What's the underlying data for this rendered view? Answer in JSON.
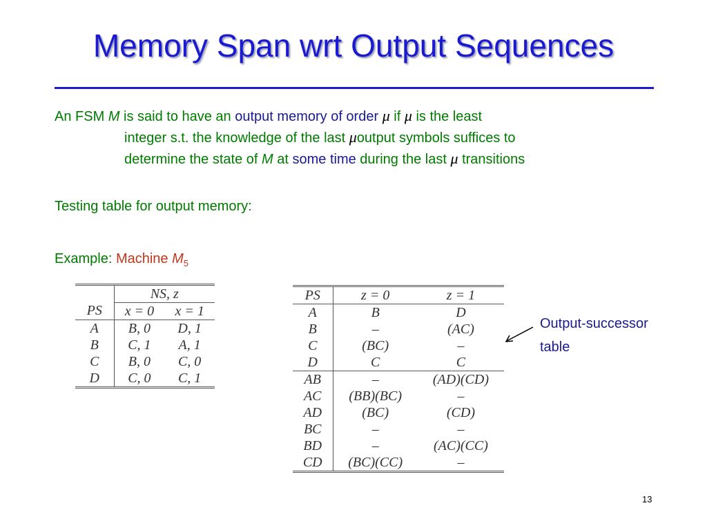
{
  "title": "Memory Span wrt Output Sequences",
  "paragraph": {
    "part1": "An FSM ",
    "m1": "M",
    "part2": " is said to have an ",
    "part3": "output memory of order",
    "mu": "μ",
    "part4": " if ",
    "part5": " is the least",
    "line2a": "integer s.t. the knowledge of the last ",
    "line2b": "output symbols suffices to",
    "line3a": "determine the state of ",
    "m2": "M",
    "line3b": " at ",
    "line3c": "some time",
    "line3d": " during the last ",
    "line3e": " transitions"
  },
  "testing_line": "Testing table for output memory:",
  "example": {
    "label": "Example: ",
    "machine": "Machine ",
    "m": "M",
    "sub": "5"
  },
  "table1": {
    "header_top": "NS, z",
    "header_ps": "PS",
    "header_x0": "x = 0",
    "header_x1": "x = 1",
    "rows": [
      {
        "ps": "A",
        "x0": "B, 0",
        "x1": "D, 1"
      },
      {
        "ps": "B",
        "x0": "C, 1",
        "x1": "A, 1"
      },
      {
        "ps": "C",
        "x0": "B, 0",
        "x1": "C, 0"
      },
      {
        "ps": "D",
        "x0": "C, 0",
        "x1": "C, 1"
      }
    ]
  },
  "table2": {
    "header_ps": "PS",
    "header_z0": "z = 0",
    "header_z1": "z = 1",
    "rows1": [
      {
        "ps": "A",
        "z0": "B",
        "z1": "D"
      },
      {
        "ps": "B",
        "z0": "–",
        "z1": "(AC)"
      },
      {
        "ps": "C",
        "z0": "(BC)",
        "z1": "–"
      },
      {
        "ps": "D",
        "z0": "C",
        "z1": "C"
      }
    ],
    "rows2": [
      {
        "ps": "AB",
        "z0": "–",
        "z1": "(AD)(CD)"
      },
      {
        "ps": "AC",
        "z0": "(BB)(BC)",
        "z1": "–"
      },
      {
        "ps": "AD",
        "z0": "(BC)",
        "z1": "(CD)"
      },
      {
        "ps": "BC",
        "z0": "–",
        "z1": "–"
      },
      {
        "ps": "BD",
        "z0": "–",
        "z1": "(AC)(CC)"
      },
      {
        "ps": "CD",
        "z0": "(BC)(CC)",
        "z1": "–"
      }
    ]
  },
  "annotation": {
    "line1": "Output-successor",
    "line2": "table"
  },
  "page_number": "13"
}
